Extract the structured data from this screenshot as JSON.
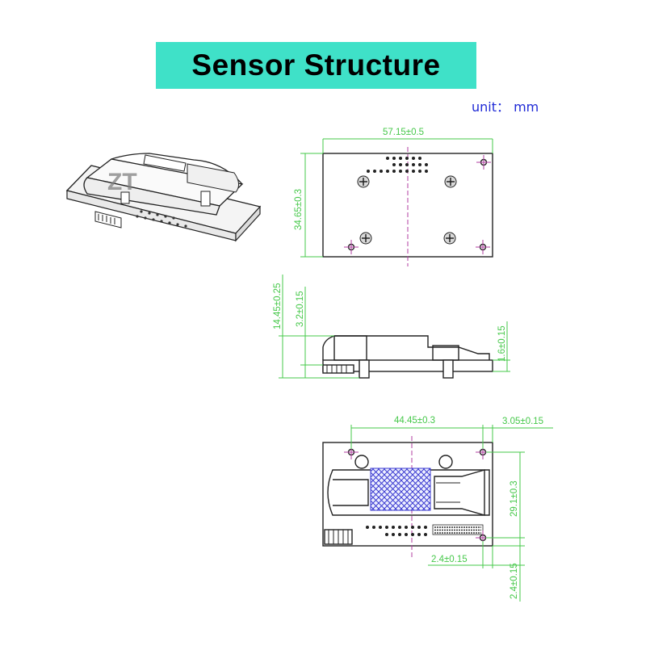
{
  "title": "Sensor Structure",
  "unit": "unit： mm",
  "logo_text": "ZT",
  "dimensions": {
    "top_width": "57.15±0.5",
    "top_height": "34.65±0.3",
    "side_total_height": "14.45±0.25",
    "side_pin_height": "3.2±0.15",
    "side_board_thickness": "1.6±0.15",
    "bottom_hole_spacing": "44.45±0.3",
    "bottom_hole_edge_right": "3.05±0.15",
    "bottom_hole_vertical": "29.1±0.3",
    "bottom_hole_edge_x": "2.4±0.15",
    "bottom_hole_edge_y": "2.4±0.15"
  },
  "colors": {
    "title_bg": "#3fe1c8",
    "unit_text": "#1f2ad6",
    "dimension": "#46c84a",
    "centerline": "#b03ca0",
    "mesh": "#3a3ad0"
  }
}
